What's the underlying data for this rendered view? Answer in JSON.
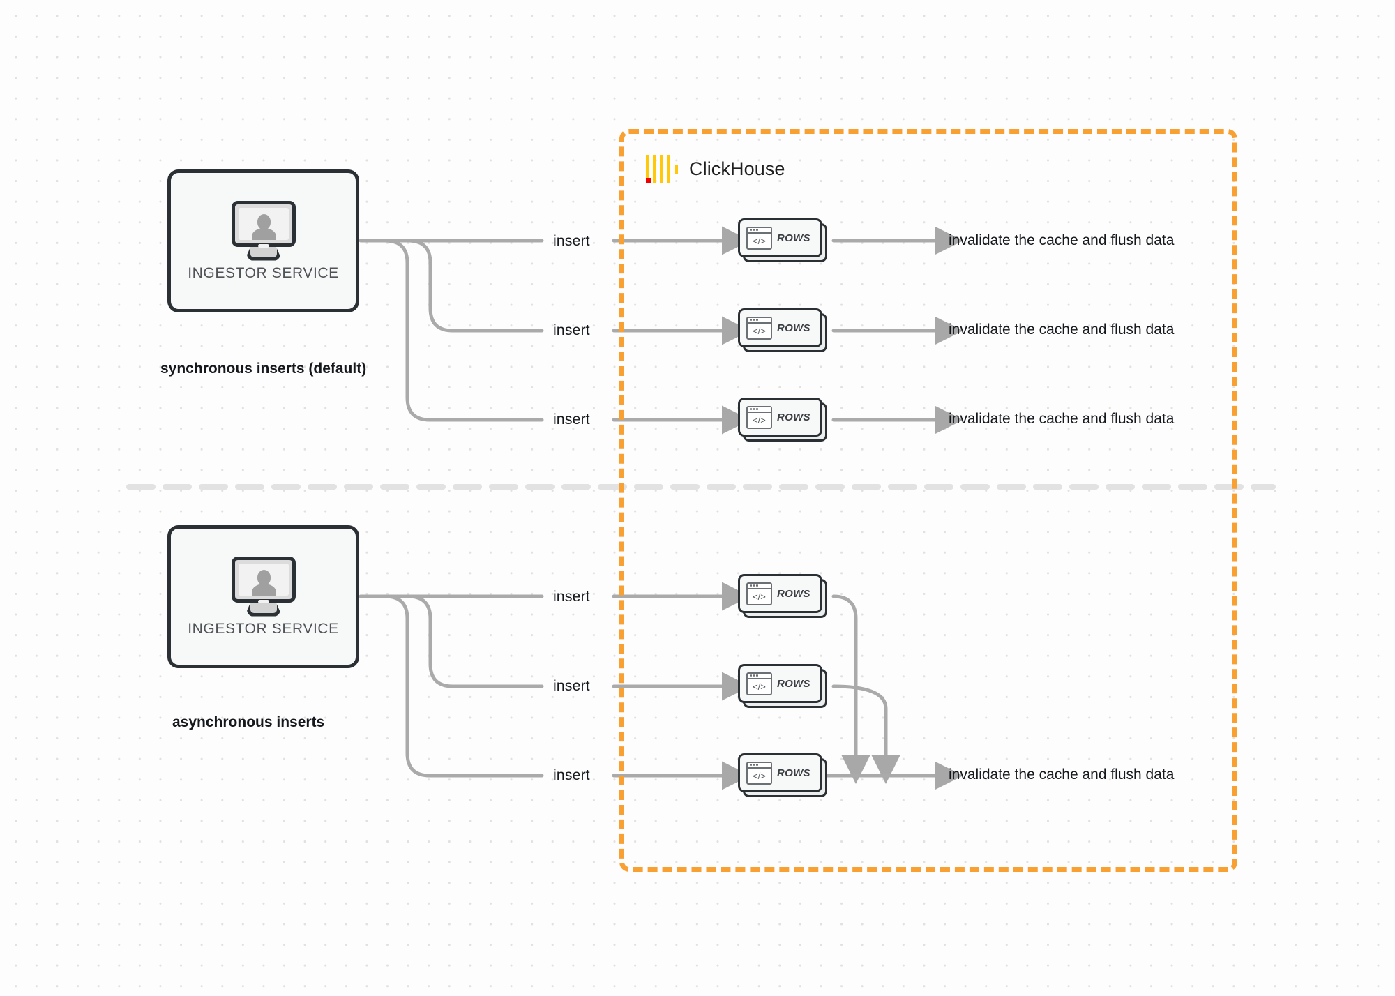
{
  "diagram": {
    "title": "ClickHouse synchronous vs asynchronous inserts",
    "background_color": "#fdfdfd",
    "grid_dot_color": "#e3e1df",
    "accent_color": "#f8a032",
    "logo_bar_color": "#ffc80a",
    "logo_dot_color": "#f00000",
    "wire_color": "#aaaaaa",
    "node_border_color": "#2b3034",
    "divider_color": "#e0e0e0"
  },
  "clickhouse_boundary": {
    "label": "ClickHouse",
    "logo_name": "clickhouse-logo",
    "border_style": "dashed"
  },
  "sections": [
    {
      "id": "synchronous",
      "caption": "synchronous inserts (default)",
      "source": {
        "label": "INGESTOR SERVICE",
        "icon": "monitor-user-icon"
      },
      "flows": [
        {
          "insert_label": "insert",
          "node_label": "ROWS",
          "node_icon": "code-window-icon",
          "result_label": "invalidate the cache and flush data"
        },
        {
          "insert_label": "insert",
          "node_label": "ROWS",
          "node_icon": "code-window-icon",
          "result_label": "invalidate the cache and flush data"
        },
        {
          "insert_label": "insert",
          "node_label": "ROWS",
          "node_icon": "code-window-icon",
          "result_label": "invalidate the cache and flush data"
        }
      ]
    },
    {
      "id": "asynchronous",
      "caption": "asynchronous inserts",
      "source": {
        "label": "INGESTOR SERVICE",
        "icon": "monitor-user-icon"
      },
      "flows": [
        {
          "insert_label": "insert",
          "node_label": "ROWS",
          "node_icon": "code-window-icon"
        },
        {
          "insert_label": "insert",
          "node_label": "ROWS",
          "node_icon": "code-window-icon"
        },
        {
          "insert_label": "insert",
          "node_label": "ROWS",
          "node_icon": "code-window-icon"
        }
      ],
      "merged_result_label": "invalidate the cache and flush data"
    }
  ]
}
